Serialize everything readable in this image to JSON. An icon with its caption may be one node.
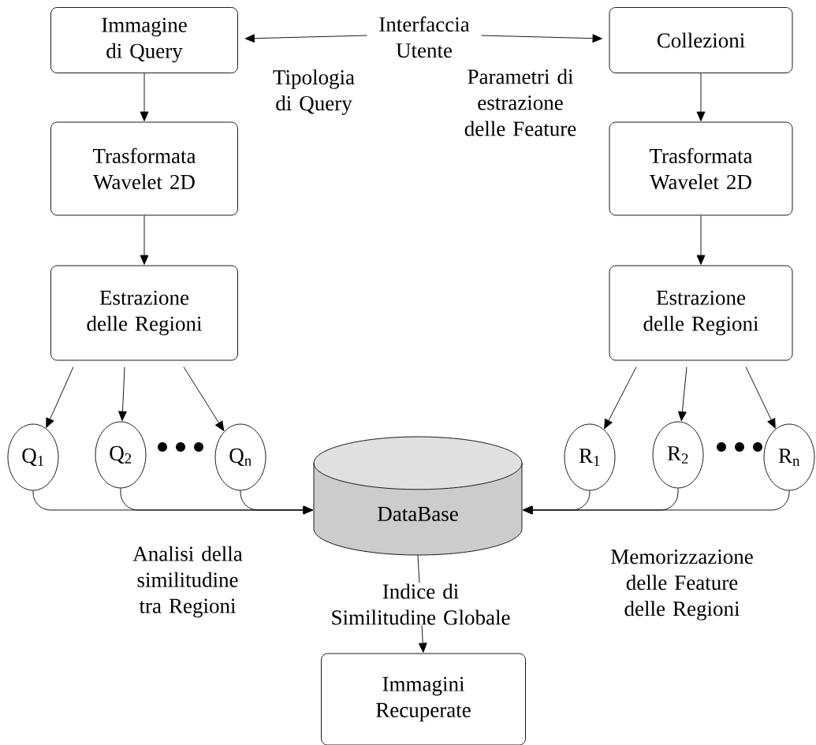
{
  "diagram": {
    "nodes": [
      {
        "text": [
          "Immagine di Query"
        ]
      },
      {
        "text": [
          "Interfaccia Utente"
        ]
      },
      {
        "text": [
          "Collezioni"
        ]
      },
      {
        "text": [
          "Trasformata Wavelet 2D"
        ]
      },
      {
        "text": [
          "Estrazione delle Regioni"
        ]
      },
      {
        "text": [
          "Trasformata Wavelet 2D"
        ]
      },
      {
        "text": [
          "Estrazione delle Regioni"
        ]
      },
      {
        "text": [
          "Q$_{1}$"
        ]
      },
      {
        "text": [
          "Q$_{2}$"
        ]
      },
      {
        "text": [
          "Q$_{n}$"
        ]
      },
      {
        "text": [
          "R$_{1}$"
        ]
      },
      {
        "text": [
          "R$_{2}$"
        ]
      },
      {
        "text": [
          "R$_{n}$"
        ]
      },
      {
        "text": [
          "DataBase"
        ]
      },
      {
        "text": [
          "Immagini Recuperate"
        ]
      }
    ],
    "edges": [
      {
        "from": 1,
        "to": 0,
        "arrow": "to"
      },
      {
        "from": 1,
        "to": 2,
        "arrow": "to"
      },
      {
        "from": 0,
        "to": 3,
        "arrow": "to"
      },
      {
        "from": 3,
        "to": 4,
        "arrow": "to"
      },
      {
        "from": 2,
        "to": 5,
        "arrow": "to"
      },
      {
        "from": 5,
        "to": 6,
        "arrow": "to"
      },
      {
        "from": 4,
        "to": 7,
        "arrow": "to"
      },
      {
        "from": 4,
        "to": 8,
        "arrow": "to"
      },
      {
        "from": 4,
        "to": 9,
        "arrow": "to"
      },
      {
        "from": 6,
        "to": 10,
        "arrow": "to"
      },
      {
        "from": 6,
        "to": 11,
        "arrow": "to"
      },
      {
        "from": 6,
        "to": 12,
        "arrow": "to"
      },
      {
        "from": 7,
        "to": 13,
        "arrow": "to"
      },
      {
        "from": 8,
        "to": 13,
        "arrow": "to"
      },
      {
        "from": 9,
        "to": 13,
        "arrow": "to"
      },
      {
        "from": 10,
        "to": 13,
        "arrow": "to"
      },
      {
        "from": 11,
        "to": 13,
        "arrow": "to"
      },
      {
        "from": 12,
        "to": 13,
        "arrow": "to"
      },
      {
        "from": 13,
        "to": 14,
        "arrow": "to",
        "label": "Indice di Similitudine Globale"
      }
    ],
    "labels": [
      "Tipologia di Query",
      "Parametri di estrazione delle Feature",
      "Analisi della similitudine tra Regioni",
      "Memorizzazione delle Feature delle Regioni"
    ]
  }
}
